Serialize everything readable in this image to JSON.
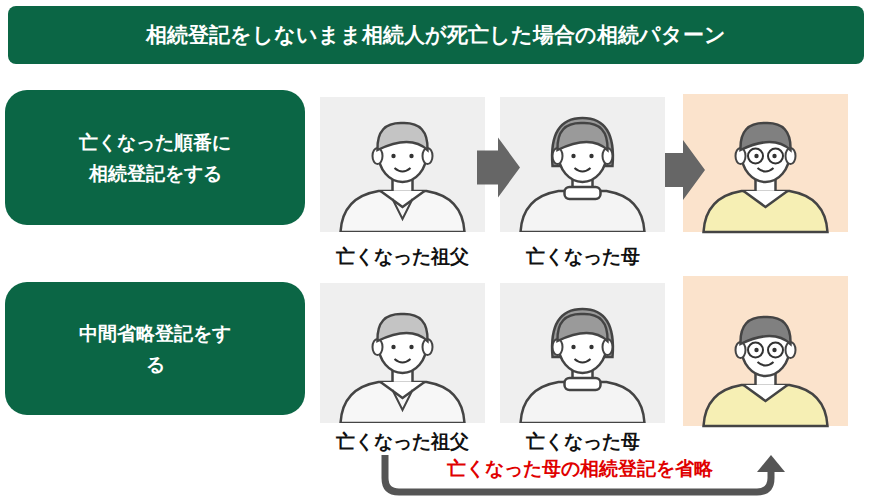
{
  "diagram": {
    "title": "相続登記をしないまま相続人が死亡した場合の相続パターン",
    "nodes": [
      {
        "text": [
          "亡くなった順番に 相続登記をする"
        ]
      },
      {
        "text": [
          "亡くなった祖父"
        ]
      },
      {
        "text": [
          "亡くなった母"
        ]
      },
      {
        "text": [
          "中間省略登記をする"
        ]
      },
      {
        "text": [
          "亡くなった祖父"
        ]
      },
      {
        "text": [
          "亡くなった母"
        ]
      }
    ],
    "edges": [
      {
        "from": 1,
        "to": 2,
        "arrow": "to"
      }
    ],
    "labels": [
      "亡くなった母の相続登記を省略"
    ]
  }
}
